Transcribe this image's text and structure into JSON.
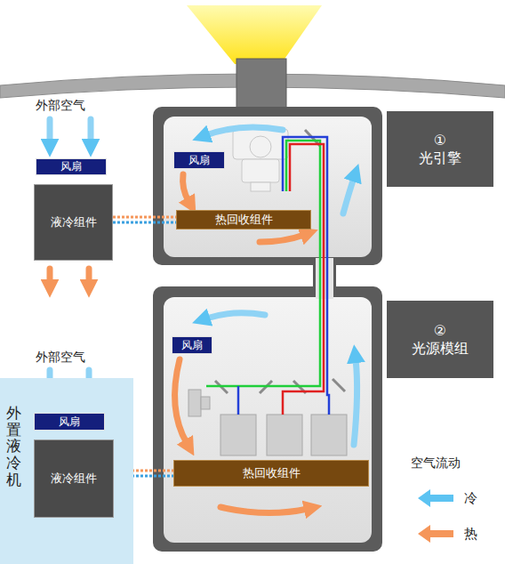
{
  "diagram": {
    "nodes": [
      {
        "text": [
          "风扇"
        ]
      },
      {
        "text": [
          "液冷组件"
        ]
      },
      {
        "text": [
          "风扇"
        ]
      },
      {
        "text": [
          "热回收组件"
        ]
      },
      {
        "text": [
          "①",
          "光引擎"
        ]
      },
      {
        "text": [
          "外置液冷机"
        ]
      },
      {
        "text": [
          "风扇"
        ],
        "in": 5
      },
      {
        "text": [
          "液冷组件"
        ],
        "in": 5
      },
      {
        "text": [
          "风扇"
        ]
      },
      {
        "text": [
          "热回收组件"
        ]
      },
      {
        "text": [
          "②",
          "光源模组"
        ]
      }
    ],
    "edges": [
      {
        "from": 1,
        "to": 3,
        "arrow": "none"
      },
      {
        "from": 7,
        "to": 9,
        "arrow": "none"
      }
    ],
    "labels": [
      "外部空气",
      "外部空气",
      "空气流动"
    ],
    "legend": [
      {
        "text": "冷",
        "color": "#5cc3f2"
      },
      {
        "text": "热",
        "color": "#f5965a"
      }
    ]
  }
}
